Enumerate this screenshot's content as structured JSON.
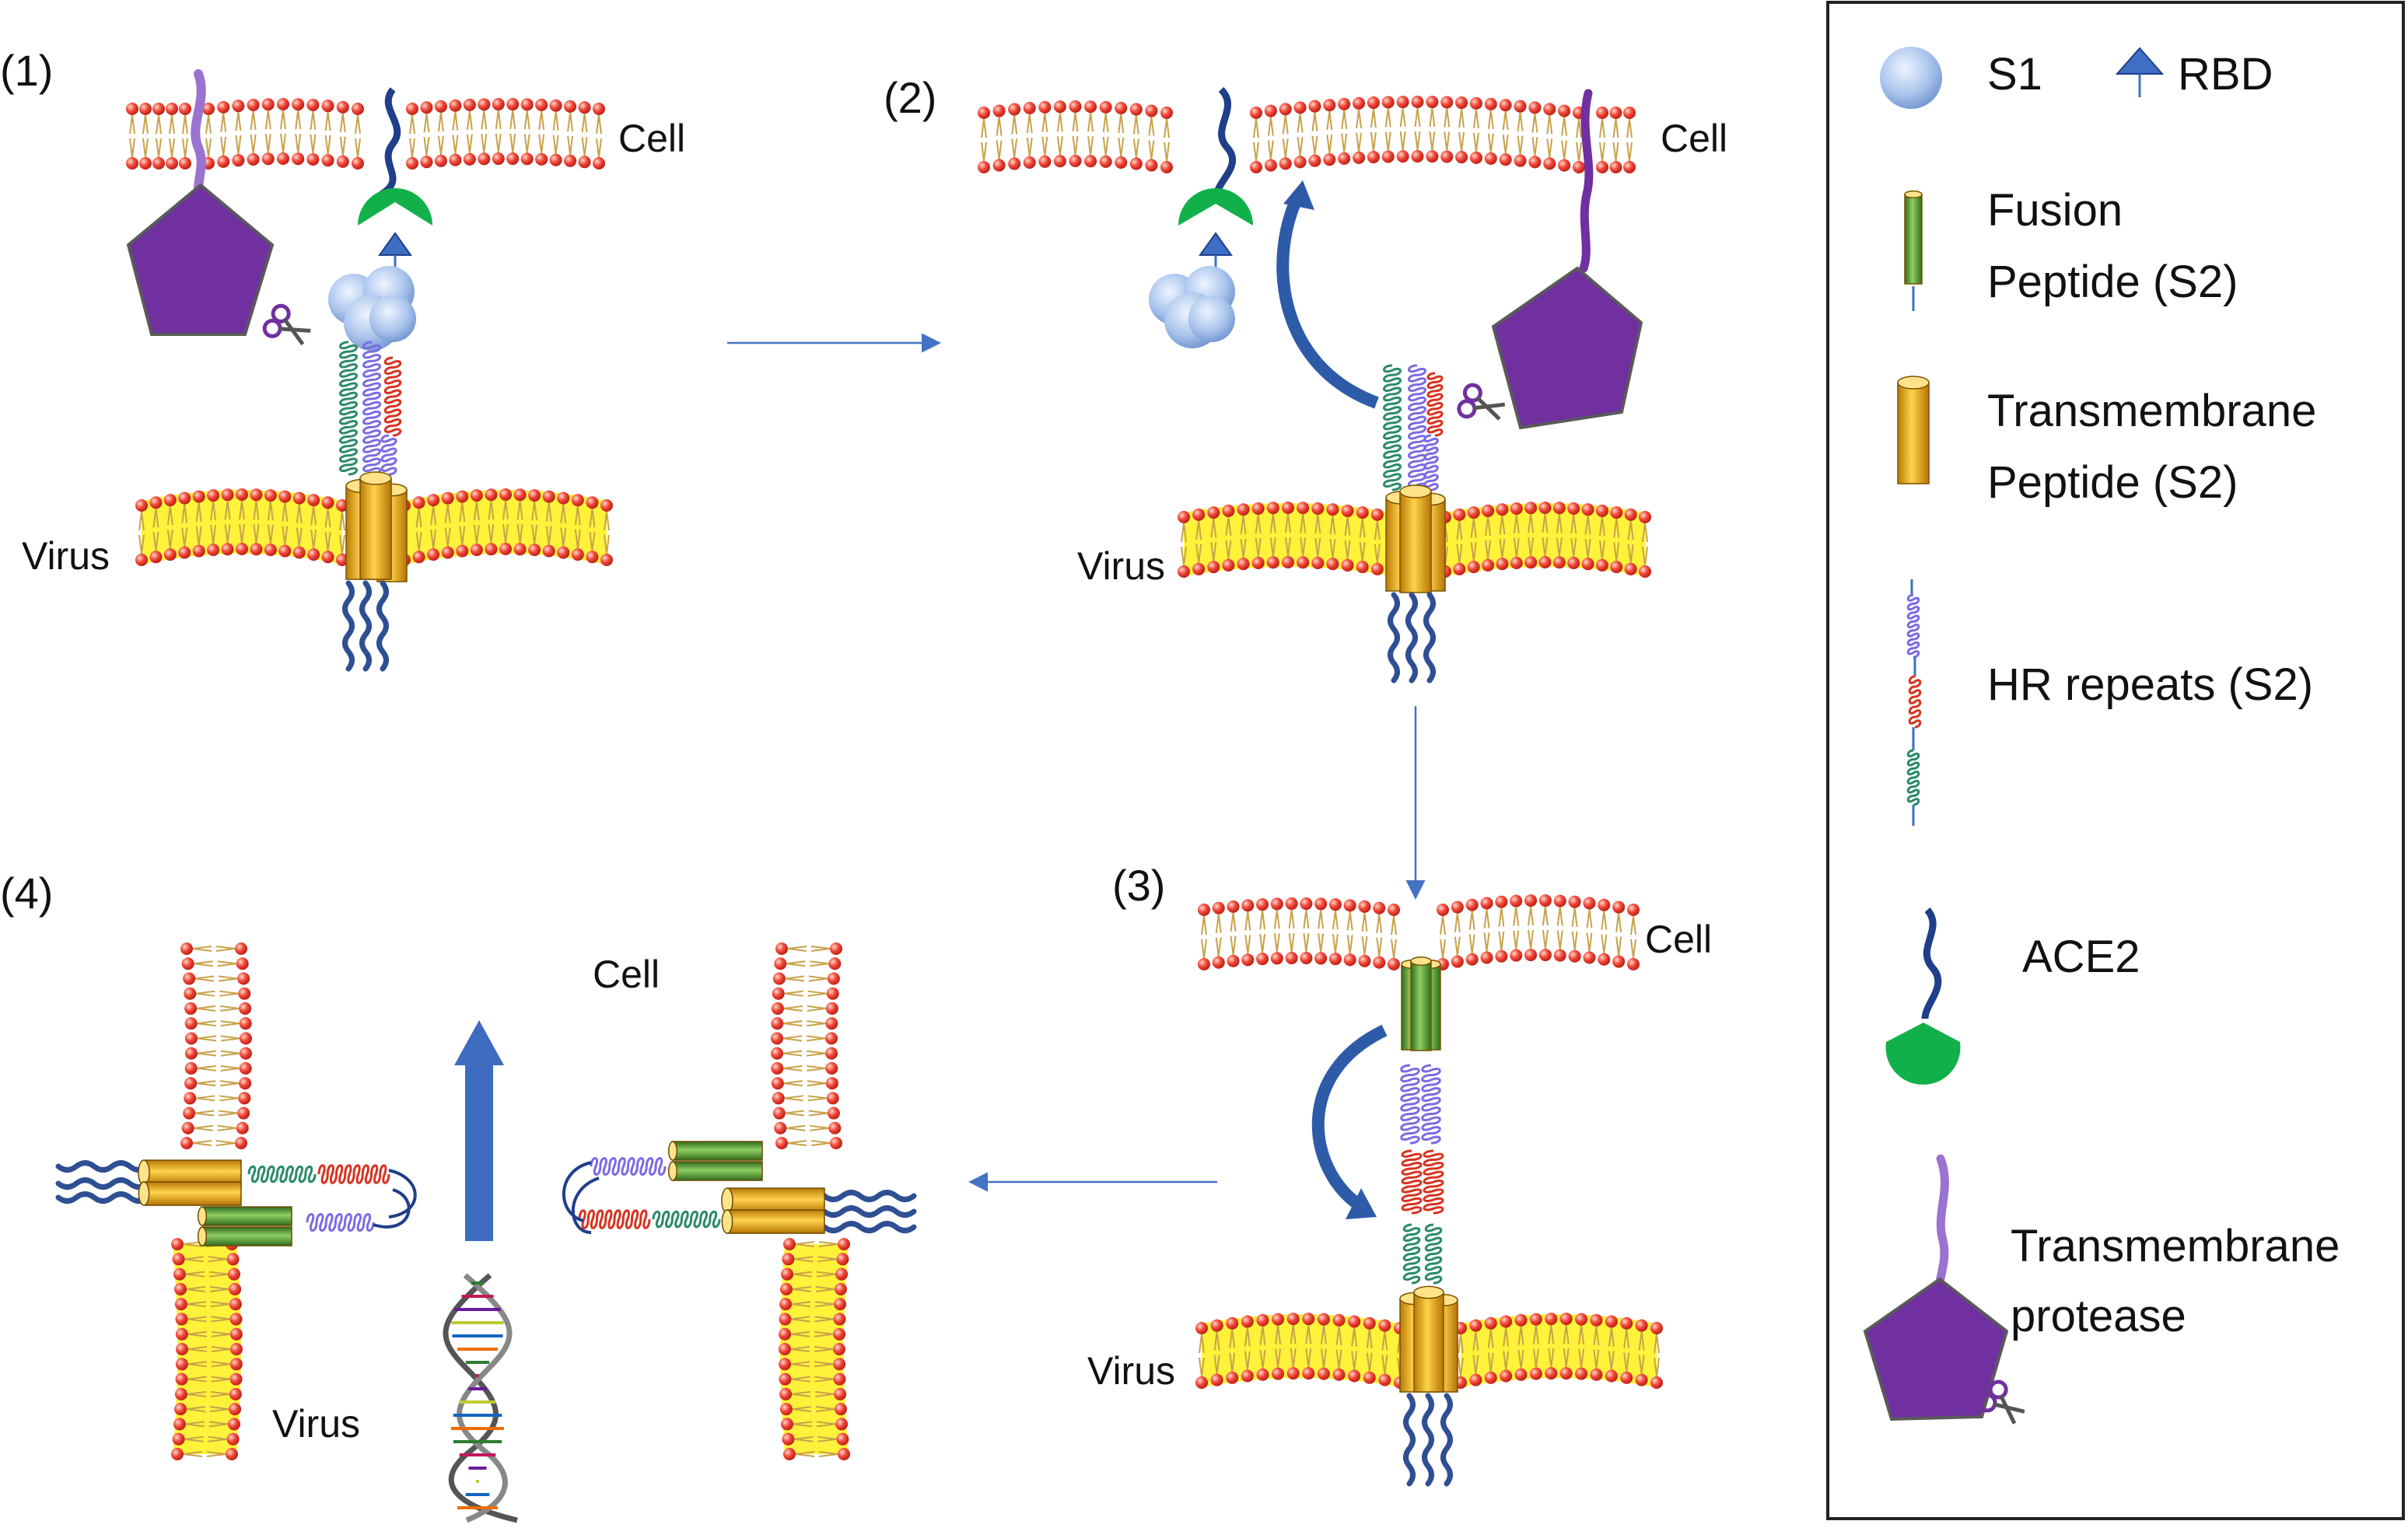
{
  "panels": {
    "p1": {
      "number": "(1)",
      "cell_label": "Cell",
      "virus_label": "Virus"
    },
    "p2": {
      "number": "(2)",
      "cell_label": "Cell",
      "virus_label": "Virus"
    },
    "p3": {
      "number": "(3)",
      "cell_label": "Cell",
      "virus_label": "Virus"
    },
    "p4": {
      "number": "(4)",
      "cell_label": "Cell",
      "virus_label": "Virus"
    }
  },
  "legend": {
    "s1": "S1",
    "rbd": "RBD",
    "fusion_peptide": [
      "Fusion",
      "Peptide (S2)"
    ],
    "transmembrane_peptide": [
      "Transmembrane",
      "Peptide (S2)"
    ],
    "hr_repeats": "HR repeats (S2)",
    "ace2": "ACE2",
    "transmembrane_protease": [
      "Transmembrane",
      "protease"
    ]
  },
  "colors": {
    "lipid_head": "#e8392a",
    "lipid_tail": "#c9a24a",
    "virus_membrane_fill": "#fff23a",
    "ace2_receptor": "#12b04a",
    "ace2_stalk": "#1f3f8a",
    "protease": "#7030a0",
    "s1": "#9dbbe6",
    "rbd": "#3f6fc4",
    "fusion_peptide": "#5d9a3a",
    "transmembrane_peptide": "#e8a417",
    "hr_blue": "#7b6be3",
    "hr_red": "#d9321f",
    "hr_green": "#2a8a6a",
    "arrow": "#4472c4",
    "big_arrow": "#3d6cc0"
  }
}
